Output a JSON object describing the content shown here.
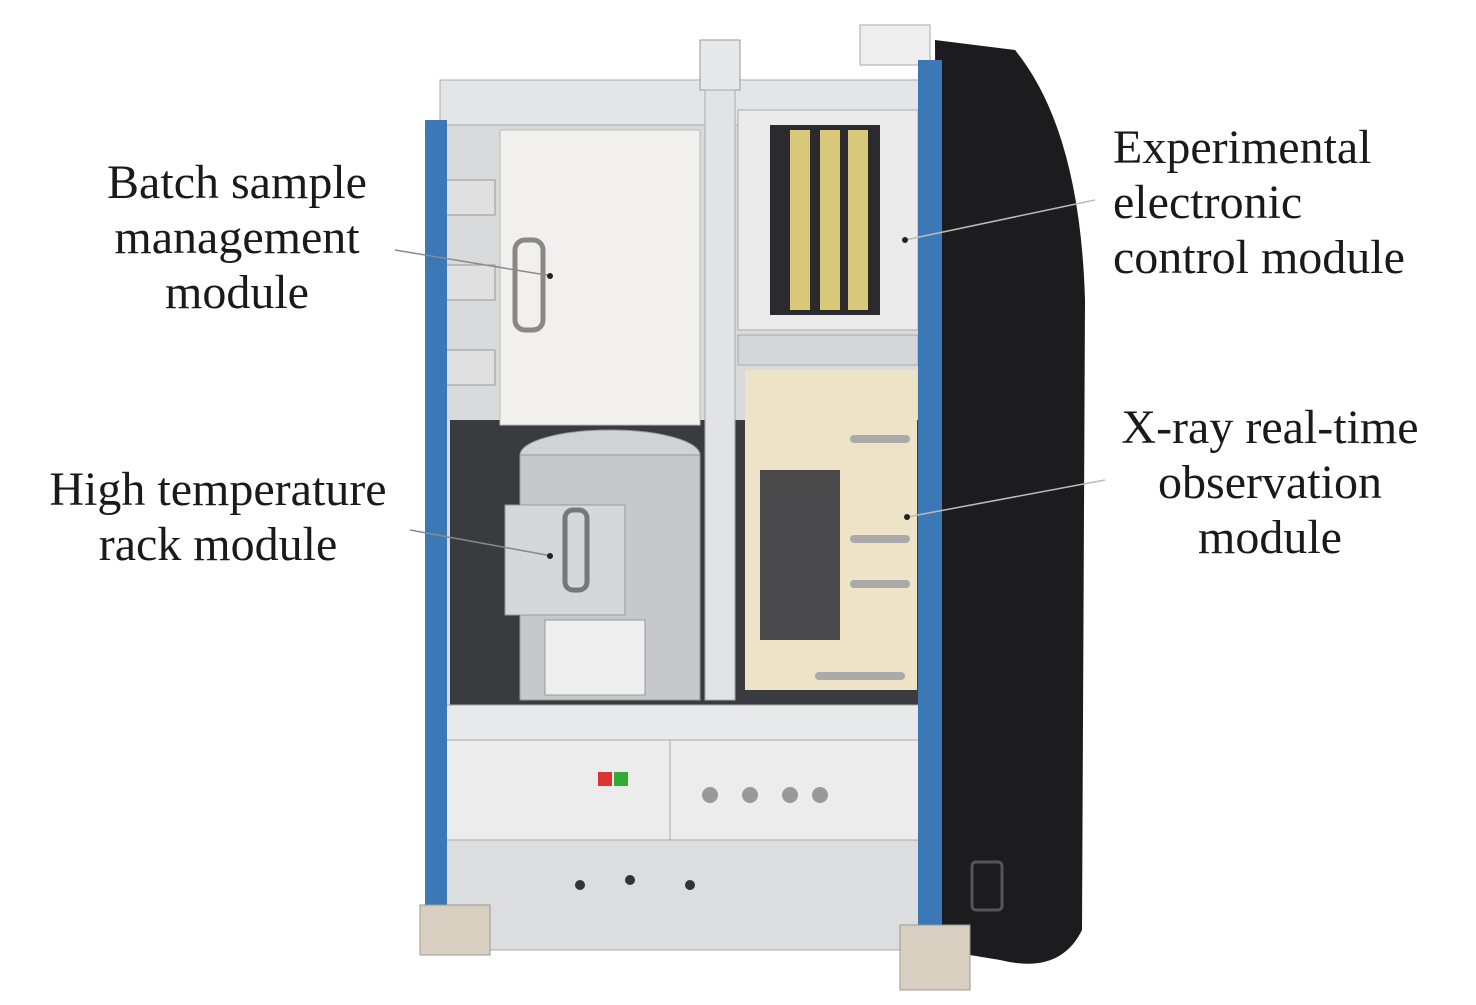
{
  "labels": {
    "batch_sample": [
      "Batch sample",
      "management",
      "module"
    ],
    "high_temperature": [
      "High temperature",
      "rack module"
    ],
    "electronic_control": [
      "Experimental",
      "electronic",
      "control module"
    ],
    "xray": [
      "X-ray real-time",
      "observation",
      "module"
    ]
  },
  "colors": {
    "frame_blue": "#3b78b5",
    "side_panel": "#1c1c1e",
    "module_white": "#f2f0ec",
    "xray_interior": "#eee3c6",
    "metal": "#c9cccf"
  }
}
